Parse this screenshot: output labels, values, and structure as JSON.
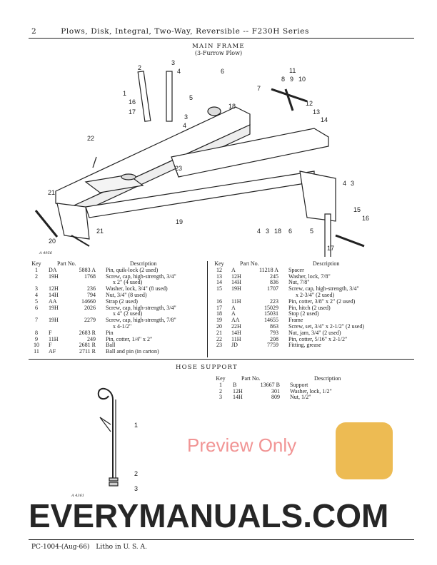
{
  "header": {
    "page_number": "2",
    "title": "Plows, Disk, Integral, Two-Way, Reversible -- F230H Series"
  },
  "main_frame": {
    "title": "MAIN FRAME",
    "subtitle": "(3-Furrow Plow)",
    "figure_id": "A 4956",
    "callouts": [
      "1",
      "2",
      "3",
      "4",
      "5",
      "6",
      "7",
      "8",
      "9",
      "10",
      "11",
      "12",
      "13",
      "14",
      "15",
      "16",
      "17",
      "18",
      "19",
      "20",
      "21",
      "22",
      "23"
    ],
    "columns": {
      "key": "Key",
      "part_no": "Part No.",
      "description": "Description"
    },
    "parts_left": [
      {
        "key": "1",
        "prefix": "DA",
        "number": "5883 A",
        "desc": [
          "Pin, quik-lock (2 used)"
        ]
      },
      {
        "key": "2",
        "prefix": "19H",
        "number": "1768",
        "desc": [
          "Screw, cap, high-strength, 3/4\"",
          "x 2\" (4 used)"
        ]
      },
      {
        "key": "3",
        "prefix": "12H",
        "number": "236",
        "desc": [
          "Washer, lock, 3/4\" (8 used)"
        ]
      },
      {
        "key": "4",
        "prefix": "14H",
        "number": "794",
        "desc": [
          "Nut, 3/4\" (8 used)"
        ]
      },
      {
        "key": "5",
        "prefix": "AA",
        "number": "14660",
        "desc": [
          "Strap (2 used)"
        ]
      },
      {
        "key": "6",
        "prefix": "19H",
        "number": "2026",
        "desc": [
          "Screw, cap, high-strength, 3/4\"",
          "x 4\" (2 used)"
        ]
      },
      {
        "key": "7",
        "prefix": "19H",
        "number": "2279",
        "desc": [
          "Screw, cap, high-strength, 7/8\"",
          "x 4-1/2\""
        ]
      },
      {
        "key": "8",
        "prefix": "F",
        "number": "2683 R",
        "desc": [
          "Pin"
        ]
      },
      {
        "key": "9",
        "prefix": "11H",
        "number": "249",
        "desc": [
          "Pin, cotter, 1/4\" x 2\""
        ]
      },
      {
        "key": "10",
        "prefix": "F",
        "number": "2681 R",
        "desc": [
          "Ball"
        ]
      },
      {
        "key": "11",
        "prefix": "AF",
        "number": "2711 R",
        "desc": [
          "Ball and pin (in carton)"
        ]
      }
    ],
    "parts_right": [
      {
        "key": "12",
        "prefix": "A",
        "number": "11218 A",
        "desc": [
          "Spacer"
        ]
      },
      {
        "key": "13",
        "prefix": "12H",
        "number": "245",
        "desc": [
          "Washer, lock, 7/8\""
        ]
      },
      {
        "key": "14",
        "prefix": "14H",
        "number": "836",
        "desc": [
          "Nut, 7/8\""
        ]
      },
      {
        "key": "15",
        "prefix": "19H",
        "number": "1707",
        "desc": [
          "Screw, cap, high-strength, 3/4\"",
          "x 2-3/4\" (2 used)"
        ]
      },
      {
        "key": "16",
        "prefix": "11H",
        "number": "223",
        "desc": [
          "Pin, cotter, 3/8\" x 2\" (2 used)"
        ]
      },
      {
        "key": "17",
        "prefix": "A",
        "number": "15029",
        "desc": [
          "Pin, hitch (2 used)"
        ]
      },
      {
        "key": "18",
        "prefix": "A",
        "number": "15031",
        "desc": [
          "Stop (2 used)"
        ]
      },
      {
        "key": "19",
        "prefix": "AA",
        "number": "14655",
        "desc": [
          "Frame"
        ]
      },
      {
        "key": "20",
        "prefix": "22H",
        "number": "863",
        "desc": [
          "Screw, set, 3/4\" x 2-1/2\" (2 used)"
        ]
      },
      {
        "key": "21",
        "prefix": "14H",
        "number": "793",
        "desc": [
          "Nut, jam, 3/4\" (2 used)"
        ]
      },
      {
        "key": "22",
        "prefix": "11H",
        "number": "208",
        "desc": [
          "Pin, cotter, 5/16\" x 2-1/2\""
        ]
      },
      {
        "key": "23",
        "prefix": "JD",
        "number": "7759",
        "desc": [
          "Fitting, grease"
        ]
      }
    ]
  },
  "hose_support": {
    "title": "HOSE SUPPORT",
    "figure_id": "A 4361",
    "callouts": [
      "1",
      "2",
      "3"
    ],
    "columns": {
      "key": "Key",
      "part_no": "Part No.",
      "description": "Description"
    },
    "parts": [
      {
        "key": "1",
        "prefix": "B",
        "number": "13667 B",
        "desc": [
          "Support"
        ]
      },
      {
        "key": "2",
        "prefix": "12H",
        "number": "301",
        "desc": [
          "Washer, lock, 1/2\""
        ]
      },
      {
        "key": "3",
        "prefix": "14H",
        "number": "809",
        "desc": [
          "Nut, 1/2\""
        ]
      }
    ]
  },
  "watermark": {
    "brand": "EVERYMANUALS.COM",
    "preview": "Preview Only",
    "logo_color": "#e8aa28"
  },
  "footer": {
    "code": "PC-1004-(Aug-66)",
    "litho": "Litho in U. S. A."
  }
}
